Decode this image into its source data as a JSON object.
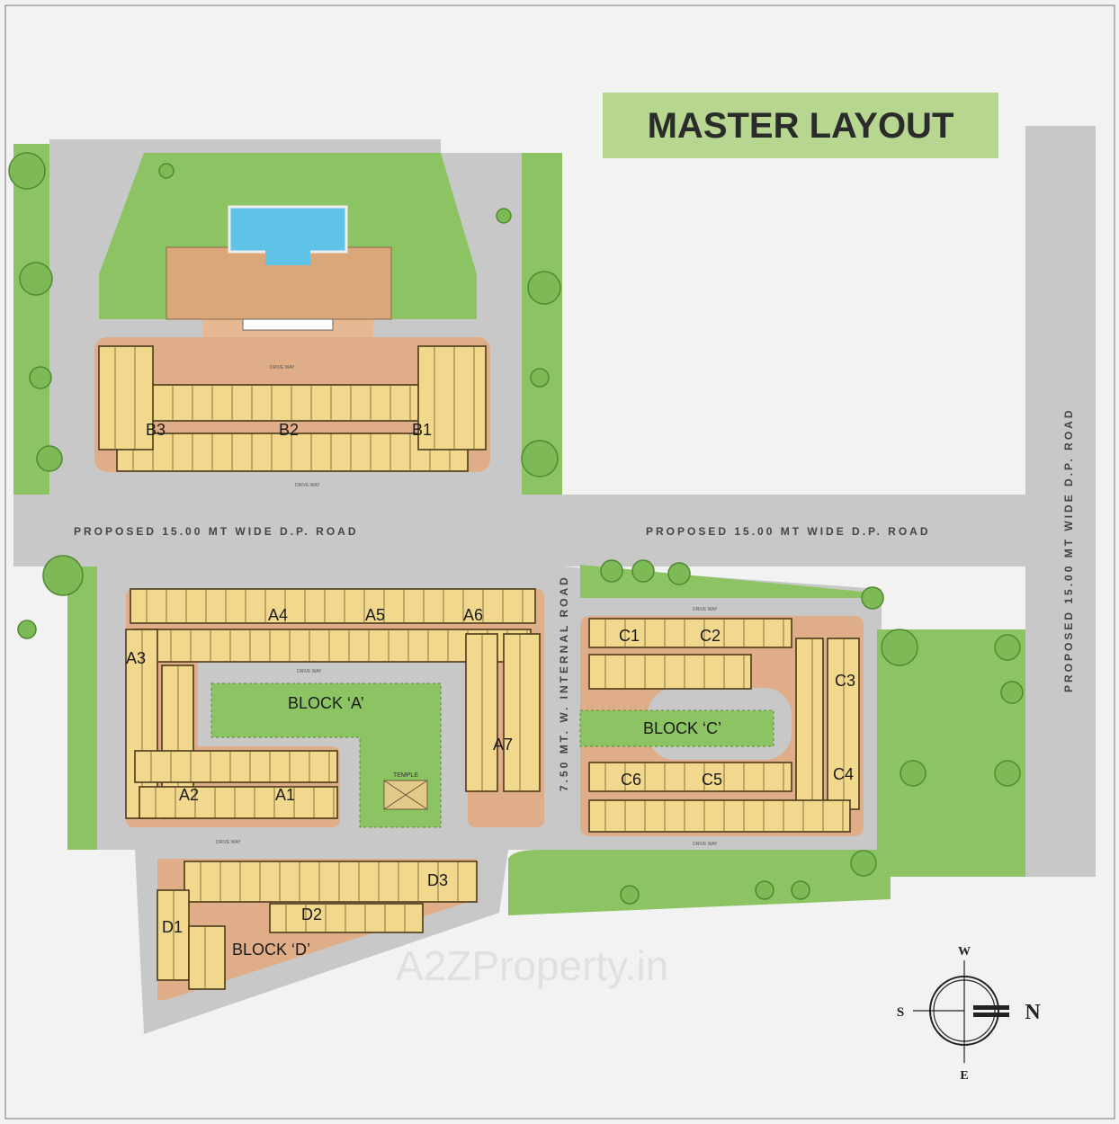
{
  "title": "MASTER LAYOUT",
  "colors": {
    "title_bg": "#b7d68f",
    "building": "#f2d88c",
    "plot": "#dfae88",
    "road": "#c8c8c8",
    "green": "#8cc463",
    "pool": "#5ec3e6"
  },
  "roads": {
    "main_left": "PROPOSED 15.00 MT WIDE D.P. ROAD",
    "main_right": "PROPOSED 15.00 MT WIDE D.P. ROAD",
    "vertical": "PROPOSED 15.00 MT WIDE D.P. ROAD",
    "internal": "7.50 MT. W. INTERNAL ROAD",
    "drive_way": "DRIVE WAY"
  },
  "buildings": {
    "b": [
      "B3",
      "B2",
      "B1"
    ],
    "a": [
      "A1",
      "A2",
      "A3",
      "A4",
      "A5",
      "A6",
      "A7"
    ],
    "c": [
      "C1",
      "C2",
      "C3",
      "C4",
      "C5",
      "C6"
    ],
    "d": [
      "D1",
      "D2",
      "D3"
    ]
  },
  "blocks": {
    "a": "BLOCK ‘A’",
    "c": "BLOCK ‘C’",
    "d": "BLOCK ‘D’"
  },
  "temple": "TEMPLE",
  "compass": {
    "north": "N",
    "south": "S",
    "east": "E",
    "west": "W"
  },
  "watermark": "A2ZProperty.in"
}
